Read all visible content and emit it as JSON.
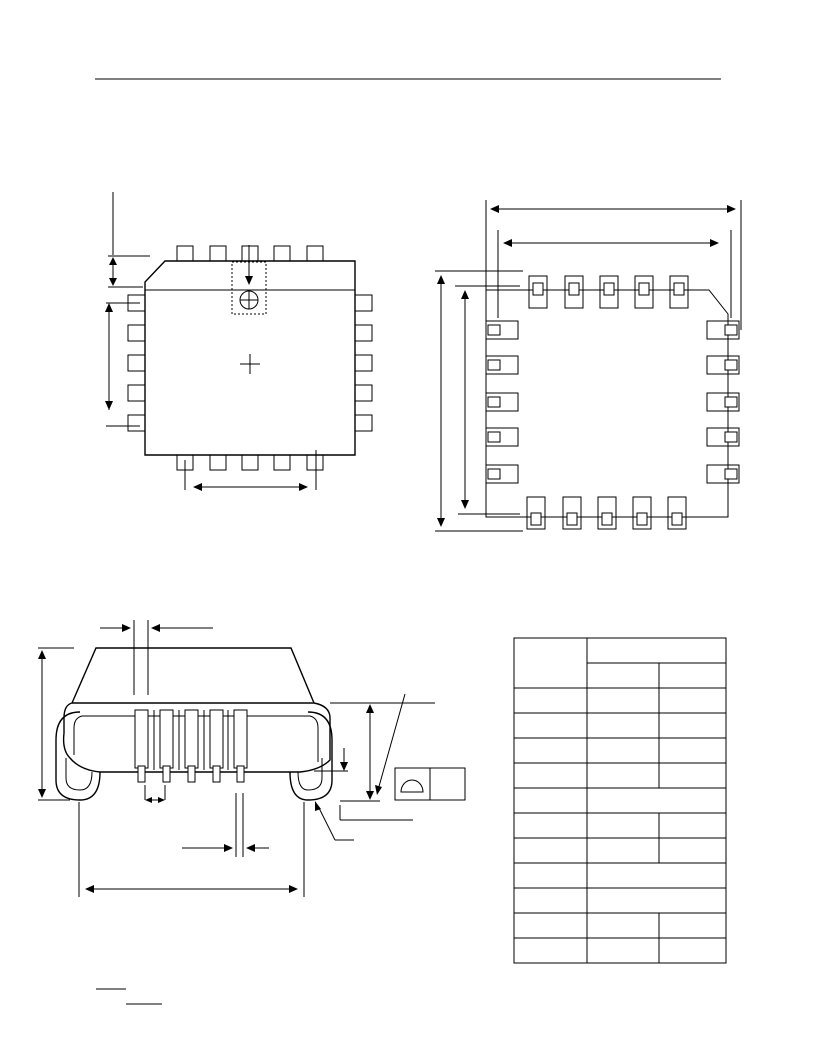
{
  "page": {
    "description_label": "",
    "colors": {
      "ink": "#000000",
      "paper": "#ffffff"
    }
  },
  "top_view": {
    "top_pins": 5,
    "right_pins": 5,
    "bottom_pins": 5,
    "left_pins": 5
  },
  "bottom_view": {
    "top_pins": 5,
    "right_pins": 5,
    "bottom_pins": 5,
    "left_pins": 5
  },
  "dimension_table": {
    "rows": 12,
    "cells": [
      [
        "",
        "",
        ""
      ],
      [
        "",
        "",
        ""
      ],
      [
        "",
        "",
        ""
      ],
      [
        "",
        "",
        ""
      ],
      [
        "",
        "",
        ""
      ],
      [
        "",
        "",
        ""
      ],
      [
        "",
        "",
        ""
      ],
      [
        "",
        "",
        ""
      ],
      [
        "",
        "",
        ""
      ],
      [
        "",
        "",
        ""
      ],
      [
        "",
        "",
        ""
      ],
      [
        "",
        "",
        ""
      ]
    ]
  }
}
